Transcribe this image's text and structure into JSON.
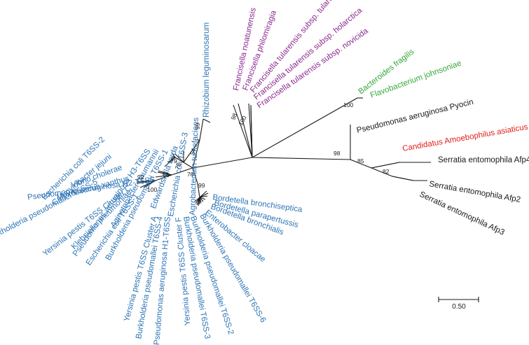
{
  "colors": {
    "black": "#1a1a1a",
    "blue": "#2e75b6",
    "purple": "#8b2a8f",
    "green": "#35a83a",
    "red": "#e0201a"
  },
  "taxa": [
    {
      "id": "t01",
      "label": "Pseudomonas aeruginosa H2-T6SS",
      "color": "blue"
    },
    {
      "id": "t02",
      "label": "Vibrio cholerae",
      "color": "blue"
    },
    {
      "id": "t03",
      "label": "Campylobacter jejuni",
      "color": "blue"
    },
    {
      "id": "t04",
      "label": "Escherichia coli T6SS-2",
      "color": "blue"
    },
    {
      "id": "t05",
      "label": "Pseudomonas aeruginosa H3-T6SS",
      "color": "blue"
    },
    {
      "id": "t06",
      "label": "Acinetobacter baumannii",
      "color": "blue"
    },
    {
      "id": "t07",
      "label": "Burkholderia pseudomallei T6SS-1",
      "color": "blue"
    },
    {
      "id": "t08",
      "label": "Edwardsiella tarda",
      "color": "blue"
    },
    {
      "id": "t09",
      "label": "Escherichia coli T6SS-3",
      "color": "blue"
    },
    {
      "id": "t10",
      "label": "Agrobacterium tumefaciens",
      "color": "blue"
    },
    {
      "id": "t11",
      "label": "Rhizobium leguminosarum",
      "color": "blue"
    },
    {
      "id": "t12",
      "label": "Francisella noatunensis",
      "color": "purple"
    },
    {
      "id": "t13",
      "label": "Francisella philomiragia",
      "color": "purple"
    },
    {
      "id": "t14",
      "label": "Francisella tularensis subsp. tularensis",
      "color": "purple"
    },
    {
      "id": "t15",
      "label": "Francisella tularensis subsp. holarctica",
      "color": "purple"
    },
    {
      "id": "t16",
      "label": "Francisella tularensis subsp. novicida",
      "color": "purple"
    },
    {
      "id": "t17",
      "label": "Bacteroides fragilis",
      "color": "green"
    },
    {
      "id": "t18",
      "label": "Flavobacterium johnsoniae",
      "color": "green"
    },
    {
      "id": "t19",
      "label": "Pseudomonas aeruginosa Pyocin",
      "color": "black"
    },
    {
      "id": "t20",
      "label": "Candidatus Amoebophilus asiaticus",
      "color": "red"
    },
    {
      "id": "t21",
      "label": "Serratia entomophila Afp4",
      "color": "black"
    },
    {
      "id": "t22",
      "label": "Serratia entomophila Afp2",
      "color": "black"
    },
    {
      "id": "t23",
      "label": "Serratia entomophila Afp3",
      "color": "black"
    },
    {
      "id": "t24",
      "label": "Bordetella bronchiseptica",
      "color": "blue"
    },
    {
      "id": "t25",
      "label": "Bordetella parapertussis",
      "color": "blue"
    },
    {
      "id": "t26",
      "label": "Bordetella bronchialis",
      "color": "blue"
    },
    {
      "id": "t27",
      "label": "Enterobacter cloacae",
      "color": "blue"
    },
    {
      "id": "t28",
      "label": "Burkholderia pseudomallei T6SS-6",
      "color": "blue"
    },
    {
      "id": "t29",
      "label": "Burkholderia pseudomallei T6SS-2",
      "color": "blue"
    },
    {
      "id": "t30",
      "label": "Burkholderia pseudomallei T6SS-3",
      "color": "blue"
    },
    {
      "id": "t31",
      "label": "Yersinia pestis T6SS Cluster F",
      "color": "blue"
    },
    {
      "id": "t32",
      "label": "Pseudomonas aeruginosa H1-T6SS",
      "color": "blue"
    },
    {
      "id": "t33",
      "label": "Burkholderia pseudomallei T6SS-4",
      "color": "blue"
    },
    {
      "id": "t34",
      "label": "Yersinia pestis T6SS Cluster A",
      "color": "blue"
    },
    {
      "id": "t35",
      "label": "Escherichia coli T6SS-1",
      "color": "blue"
    },
    {
      "id": "t36",
      "label": "Klebsiella pneumoniae",
      "color": "blue"
    },
    {
      "id": "t37",
      "label": "Yersinia pestis T6SS Cluster C",
      "color": "blue"
    },
    {
      "id": "t38",
      "label": "Burkholderia pseudomallei T6SS-5",
      "color": "blue"
    },
    {
      "id": "t39",
      "label": "Myxococcus xanthus",
      "color": "blue"
    }
  ],
  "support_values": [
    {
      "id": "s01",
      "value": "99"
    },
    {
      "id": "s02",
      "value": "98"
    },
    {
      "id": "s03",
      "value": "100"
    },
    {
      "id": "s04",
      "value": "54"
    },
    {
      "id": "s05",
      "value": "79"
    },
    {
      "id": "s06",
      "value": "75"
    },
    {
      "id": "s07",
      "value": "65"
    },
    {
      "id": "s08",
      "value": "76"
    },
    {
      "id": "s09",
      "value": "92"
    },
    {
      "id": "s10",
      "value": "100"
    },
    {
      "id": "s11",
      "value": "99"
    },
    {
      "id": "s12",
      "value": "100"
    },
    {
      "id": "s13",
      "value": "98"
    },
    {
      "id": "s14",
      "value": "85"
    },
    {
      "id": "s15",
      "value": "82"
    }
  ],
  "scale_bar": {
    "label": "0.50"
  }
}
